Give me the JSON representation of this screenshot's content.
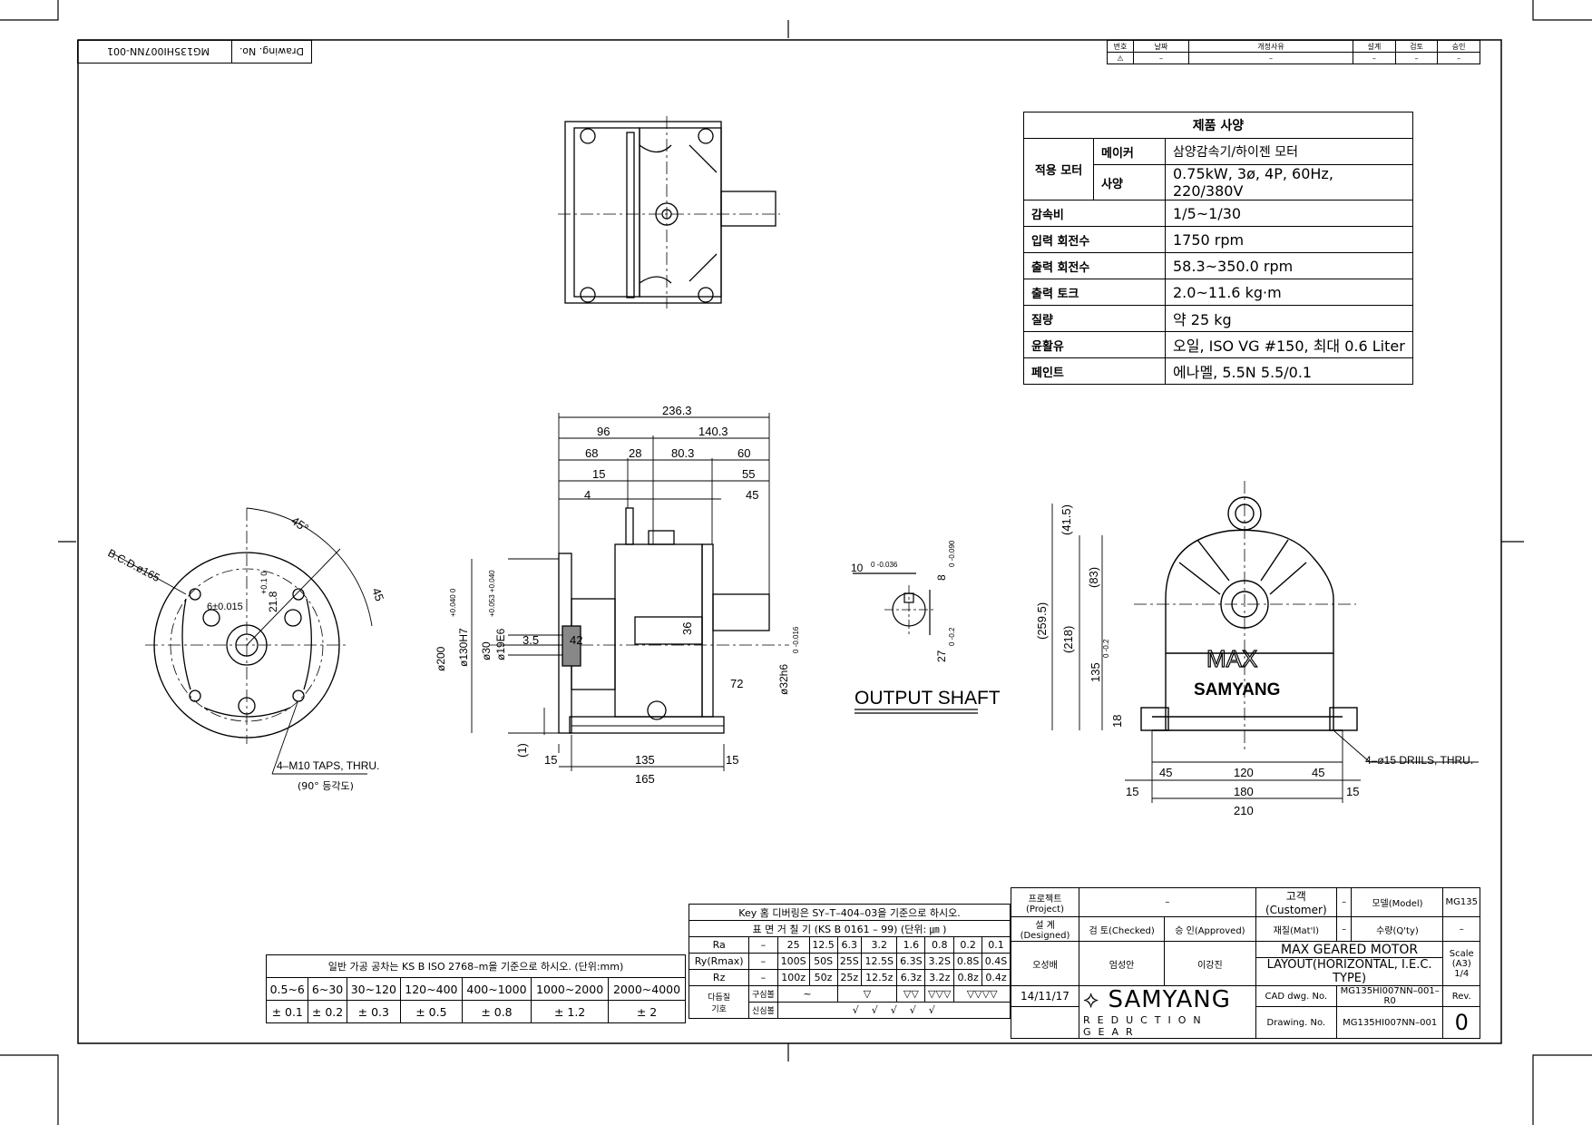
{
  "drawing_tag": {
    "label": "Drawing. No.",
    "number": "MG135HI007NN-001"
  },
  "revision": {
    "headers": [
      "번호",
      "날짜",
      "개정사유",
      "설계",
      "검토",
      "승인"
    ],
    "row": [
      "⚠",
      "–",
      "–",
      "–",
      "–",
      "–"
    ]
  },
  "spec": {
    "title": "제품 사양",
    "motor_group": "적용 모터",
    "maker_key": "메이커",
    "maker_val": "삼양감속기/하이젠 모터",
    "spec_key": "사양",
    "spec_val": "0.75kW, 3ø, 4P, 60Hz, 220/380V",
    "rows": [
      {
        "k": "감속비",
        "v": "1/5~1/30"
      },
      {
        "k": "입력 회전수",
        "v": "1750 rpm"
      },
      {
        "k": "출력 회전수",
        "v": "58.3~350.0 rpm"
      },
      {
        "k": "출력 토크",
        "v": "2.0~11.6 kg·m"
      },
      {
        "k": "질량",
        "v": "약 25 kg"
      },
      {
        "k": "윤활유",
        "v": "오일, ISO VG #150, 최대 0.6 Liter"
      },
      {
        "k": "페인트",
        "v": "에나멜, 5.5N 5.5/0.1"
      }
    ]
  },
  "front_view": {
    "angle1": "45°",
    "angle2": "45",
    "bcd": "B.C.D.ø165",
    "tol1": "6±0.015",
    "dim1": "21.8",
    "dim1_tol": "+0.1 0",
    "taps": "4–M10 TAPS, THRU.",
    "taps_note": "(90° 등각도)"
  },
  "side_view": {
    "dims_top": [
      "236.3",
      "96",
      "140.3",
      "68",
      "28",
      "80.3",
      "60",
      "15",
      "55",
      "45",
      "4"
    ],
    "dia": [
      "ø200",
      "ø130H7",
      "ø30",
      "ø19E6",
      "ø32h6"
    ],
    "dia_tol": [
      "+0.040 0",
      "+0.053 +0.040",
      "0 -0.016"
    ],
    "inner": [
      "3.5",
      "42",
      "36",
      "72"
    ],
    "base": [
      "15",
      "135",
      "15",
      "165",
      "(1)"
    ]
  },
  "output_shaft": {
    "label": "OUTPUT SHAFT",
    "key_w": "10",
    "key_w_tol": "0 -0.036",
    "key_d": "8",
    "key_d_tol": "0 -0.090",
    "h": "27",
    "h_tol": "0 -0.2"
  },
  "end_view": {
    "brand1": "MAX",
    "brand2": "SAMYANG",
    "vdims": [
      "(41.5)",
      "(83)",
      "(259.5)",
      "(218)",
      "135",
      "18"
    ],
    "v_tol": "0 -0.2",
    "hdims": [
      "45",
      "120",
      "45",
      "15",
      "180",
      "15",
      "210"
    ],
    "drills": "4–ø15 DRIILS, THRU."
  },
  "tolerance": {
    "title": "일반 가공 공차는 KS B ISO 2768–m을 기준으로 하시오. (단위:mm)",
    "ranges": [
      "0.5~6",
      "6~30",
      "30~120",
      "120~400",
      "400~1000",
      "1000~2000",
      "2000~4000"
    ],
    "values": [
      "± 0.1",
      "± 0.2",
      "± 0.3",
      "± 0.5",
      "± 0.8",
      "± 1.2",
      "± 2"
    ]
  },
  "surface": {
    "key_note": "Key 홈 디버링은 SY–T–404–03을 기준으로 하시오.",
    "title": "표 면 거 칠 기 (KS B 0161 – 99) (단위: ㎛ )",
    "ra": [
      "Ra",
      "–",
      "25",
      "12.5",
      "6.3",
      "3.2",
      "1.6",
      "0.8",
      "0.2",
      "0.1"
    ],
    "ry": [
      "Ry(Rmax)",
      "–",
      "100S",
      "50S",
      "25S",
      "12.5S",
      "6.3S",
      "3.2S",
      "0.8S",
      "0.4S"
    ],
    "rz": [
      "Rz",
      "–",
      "100z",
      "50z",
      "25z",
      "12.5z",
      "6.3z",
      "3.2z",
      "0.8z",
      "0.4z"
    ],
    "sym_label1": "다듬질",
    "sym_label2": "기호",
    "sym_row1": "구심볼",
    "sym_row2": "신심볼",
    "sym1": [
      "~",
      "▽",
      "▽▽",
      "▽▽▽",
      "▽▽▽▽"
    ]
  },
  "title_block": {
    "project_k": "프로젝트(Project)",
    "project_v": "–",
    "customer_k": "고객(Customer)",
    "customer_v": "–",
    "model_k": "모델(Model)",
    "model_v": "MG135",
    "designed_k": "설 계(Designed)",
    "checked_k": "검 토(Checked)",
    "approved_k": "승 인(Approved)",
    "material_k": "재질(Mat'l)",
    "material_v": "–",
    "qty_k": "수량(Q'ty)",
    "qty_v": "–",
    "designer": "오성배",
    "checker": "엄성안",
    "approver": "이강진",
    "date": "14/11/17",
    "title1": "MAX GEARED MOTOR",
    "title2": "LAYOUT(HORIZONTAL, I.E.C. TYPE)",
    "scale_k": "Scale",
    "scale_v": "(A3)",
    "scale_ratio": "1/4",
    "cad_k": "CAD dwg. No.",
    "cad_v": "MG135HI007NN–001–R0",
    "dwg_k": "Drawing. No.",
    "dwg_v": "MG135HI007NN–001",
    "rev_k": "Rev.",
    "rev_v": "0",
    "logo": "SAMYANG",
    "logo_sub": "REDUCTION GEAR"
  }
}
